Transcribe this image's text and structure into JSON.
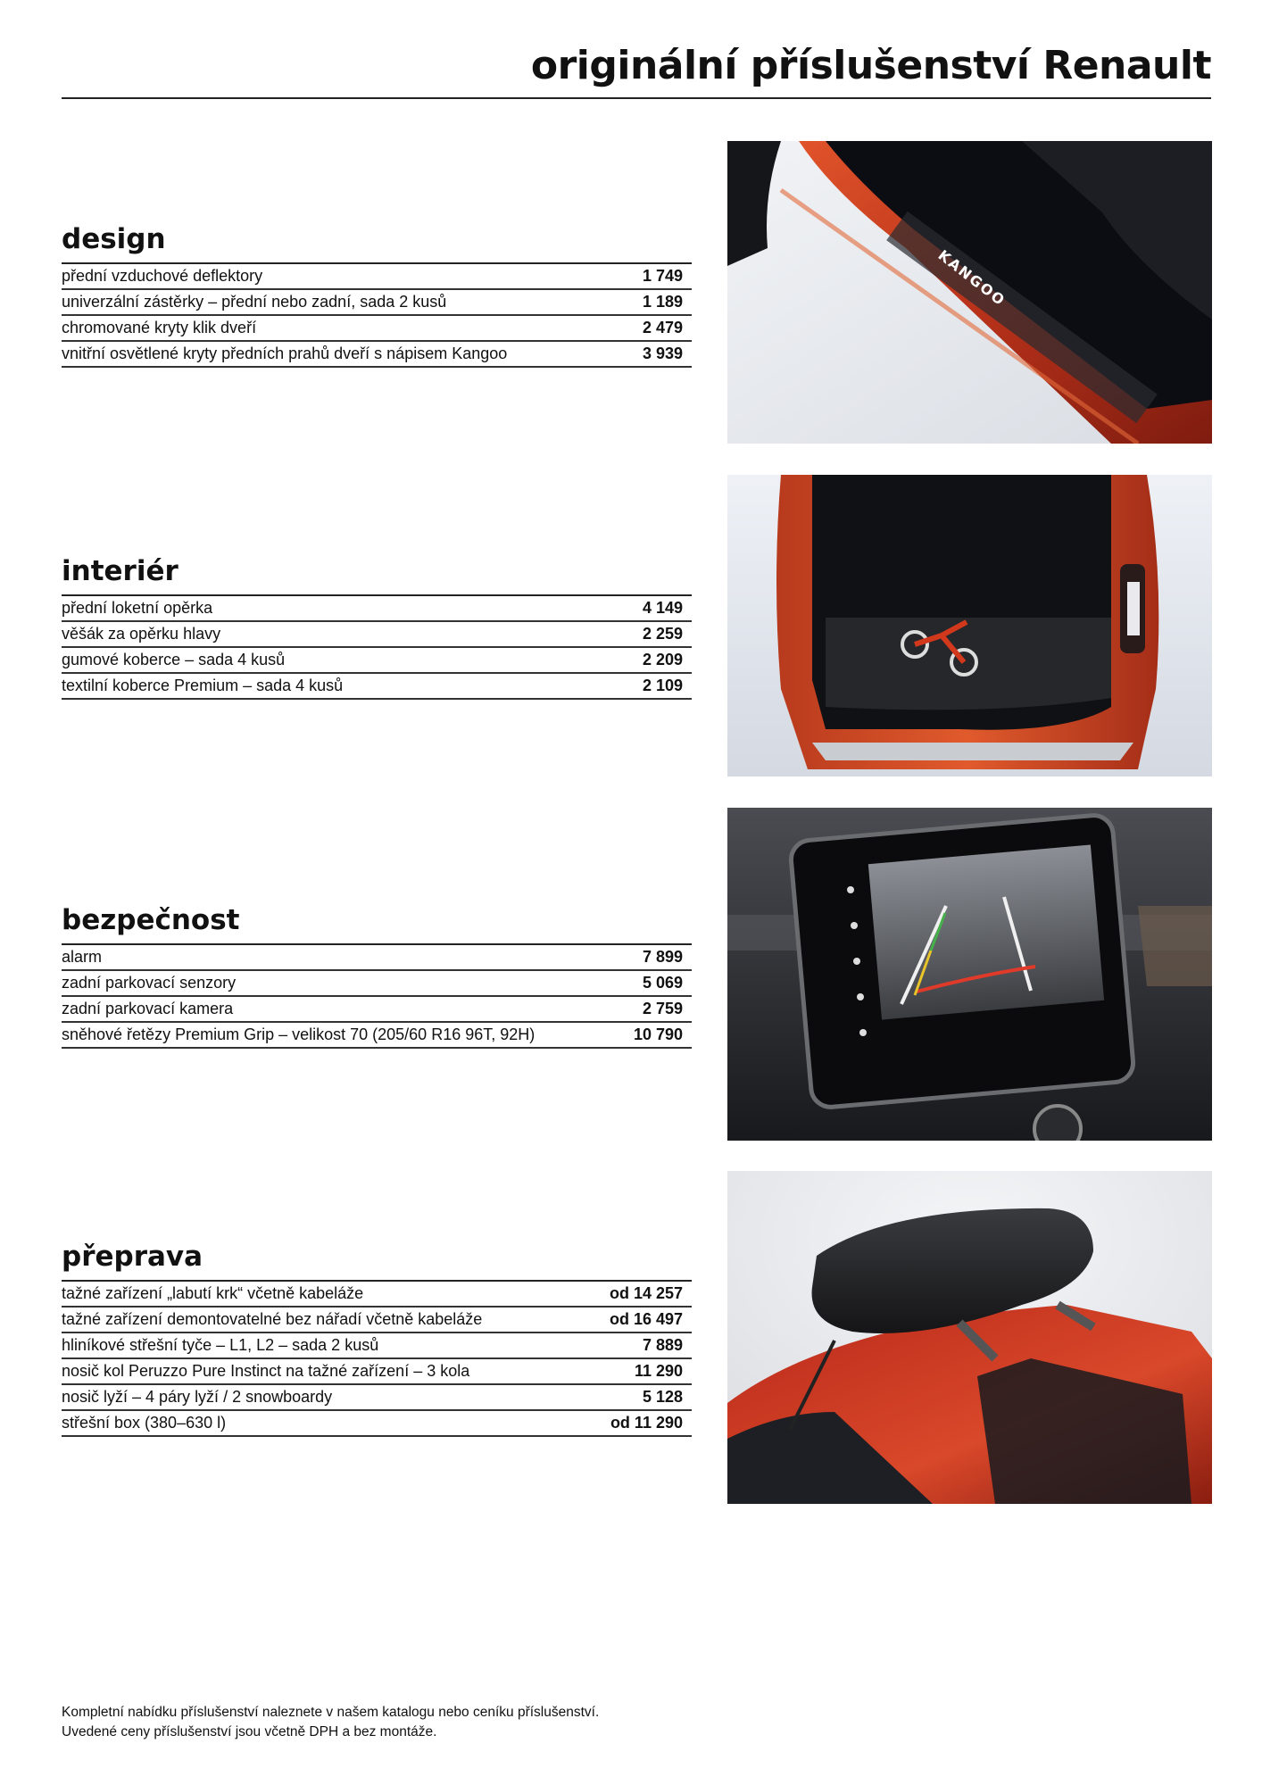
{
  "header": {
    "title": "originální příslušenství Renault"
  },
  "sections": [
    {
      "heading": "design",
      "items": [
        {
          "name": "přední vzduchové deflektory",
          "price": "1 749"
        },
        {
          "name": "univerzální zástěrky – přední nebo zadní, sada 2 kusů",
          "price": "1 189"
        },
        {
          "name": "chromované kryty klik dveří",
          "price": "2 479"
        },
        {
          "name": "vnitřní osvětlené kryty předních prahů dveří s nápisem Kangoo",
          "price": "3 939"
        }
      ],
      "photo": {
        "alt": "osvětlený kryt prahu dveří Kangoo",
        "label": "KANGOO"
      }
    },
    {
      "heading": "interiér",
      "items": [
        {
          "name": "přední loketní opěrka",
          "price": "4 149"
        },
        {
          "name": "věšák za opěrku hlavy",
          "price": "2 259"
        },
        {
          "name": "gumové koberce – sada 4 kusů",
          "price": "2 209"
        },
        {
          "name": "textilní koberce Premium – sada 4 kusů",
          "price": "2 109"
        }
      ],
      "photo": {
        "alt": "zavazadlový prostor s odrážedlem"
      }
    },
    {
      "heading": "bezpečnost",
      "items": [
        {
          "name": "alarm",
          "price": "7 899"
        },
        {
          "name": "zadní parkovací senzory",
          "price": "5 069"
        },
        {
          "name": "zadní parkovací kamera",
          "price": "2 759"
        },
        {
          "name": "sněhové řetězy Premium Grip – velikost 70 (205/60 R16 96T, 92H)",
          "price": "10 790"
        }
      ],
      "photo": {
        "alt": "multimediální displej se zadní parkovací kamerou"
      }
    },
    {
      "heading": "přeprava",
      "items": [
        {
          "name": "tažné zařízení „labutí krk“ včetně kabeláže",
          "price": "od 14 257"
        },
        {
          "name": "tažné zařízení demontovatelné bez nářadí včetně kabeláže",
          "price": "od 16 497"
        },
        {
          "name": "hliníkové střešní tyče – L1, L2 – sada 2 kusů",
          "price": "7 889"
        },
        {
          "name": "nosič kol Peruzzo Pure Instinct na tažné zařízení – 3 kola",
          "price": "11 290"
        },
        {
          "name": "nosič lyží – 4 páry lyží / 2 snowboardy",
          "price": "5 128"
        },
        {
          "name": "střešní box (380–630 l)",
          "price": "od 11 290"
        }
      ],
      "photo": {
        "alt": "střešní box na střešních tyčích"
      }
    }
  ],
  "footer": {
    "line1": "Kompletní nabídku příslušenství naleznete v našem katalogu nebo ceníku příslušenství.",
    "line2": "Uvedené ceny příslušenství jsou včetně DPH a bez montáže."
  },
  "colors": {
    "accent_orange": "#c8401c",
    "text": "#111111",
    "rule": "#222222"
  }
}
